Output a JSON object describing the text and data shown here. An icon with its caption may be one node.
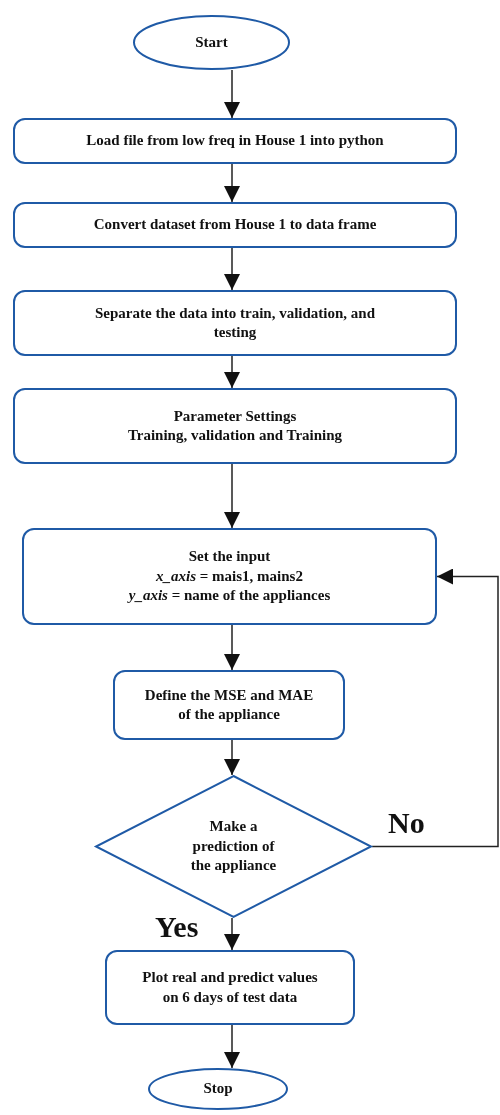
{
  "diagram": {
    "nodes": [
      {
        "text": [
          "Start"
        ]
      },
      {
        "text": [
          "Load file from  low freq in House 1 into python"
        ]
      },
      {
        "text": [
          "Convert dataset from House 1 to data frame"
        ]
      },
      {
        "text": [
          "Separate the data into train, validation, and testing"
        ]
      },
      {
        "text": [
          "Parameter Settings",
          "Training, validation and Training"
        ]
      },
      {
        "text": [
          "Set the input",
          "*x_axis* = mais1, mains2",
          "*y_axis* = name of the appliances"
        ]
      },
      {
        "text": [
          "Define the MSE and MAE of the appliance"
        ]
      },
      {
        "text": [
          "Make a prediction of the appliance"
        ]
      },
      {
        "text": [
          "Plot real and predict values on 6 days of test data"
        ]
      },
      {
        "text": [
          "Stop"
        ]
      }
    ],
    "edges": [
      {
        "from": 0,
        "to": 1,
        "arrow": "to"
      },
      {
        "from": 1,
        "to": 2,
        "arrow": "to"
      },
      {
        "from": 2,
        "to": 3,
        "arrow": "to"
      },
      {
        "from": 3,
        "to": 4,
        "arrow": "to"
      },
      {
        "from": 4,
        "to": 5,
        "arrow": "to"
      },
      {
        "from": 5,
        "to": 6,
        "arrow": "to"
      },
      {
        "from": 6,
        "to": 7,
        "arrow": "to"
      },
      {
        "from": 7,
        "to": 8,
        "arrow": "to",
        "label": "Yes"
      },
      {
        "from": 7,
        "to": 5,
        "arrow": "to",
        "label": "No"
      },
      {
        "from": 8,
        "to": 9,
        "arrow": "to"
      }
    ]
  }
}
